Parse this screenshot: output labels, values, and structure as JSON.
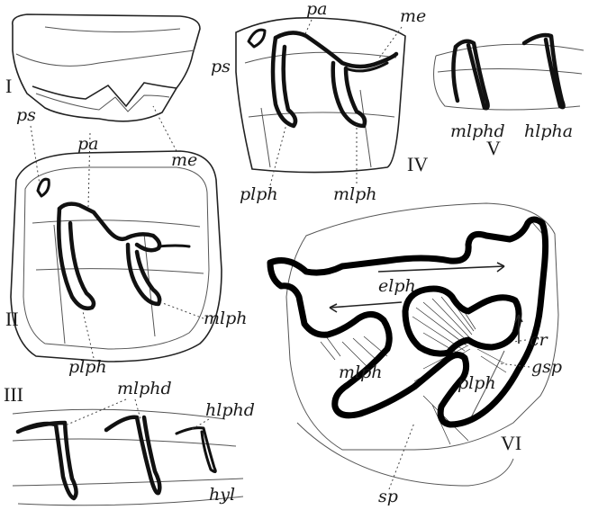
{
  "figure_numbers": {
    "I": "I",
    "II": "II",
    "III": "III",
    "IV": "IV",
    "V": "V",
    "VI": "VI"
  },
  "labels": {
    "ps_fig1": "ps",
    "pa_fig1": "pa",
    "me_fig1": "me",
    "mlph_fig2": "mlph",
    "plph_fig2": "plph",
    "mlphd_fig3": "mlphd",
    "hlphd_fig3": "hlphd",
    "hyl_fig3": "hyl",
    "pa_fig4": "pa",
    "me_fig4": "me",
    "ps_fig4": "ps",
    "plph_fig4": "plph",
    "mlph_fig4": "mlph",
    "mlphd_fig5": "mlphd",
    "hlpha_fig5": "hlpha",
    "elph_fig6": "elph",
    "mlph_fig6": "mlph",
    "cr_fig6": "cr",
    "plph_fig6": "plph",
    "gsp_fig6": "gsp",
    "sp_fig6": "sp"
  }
}
